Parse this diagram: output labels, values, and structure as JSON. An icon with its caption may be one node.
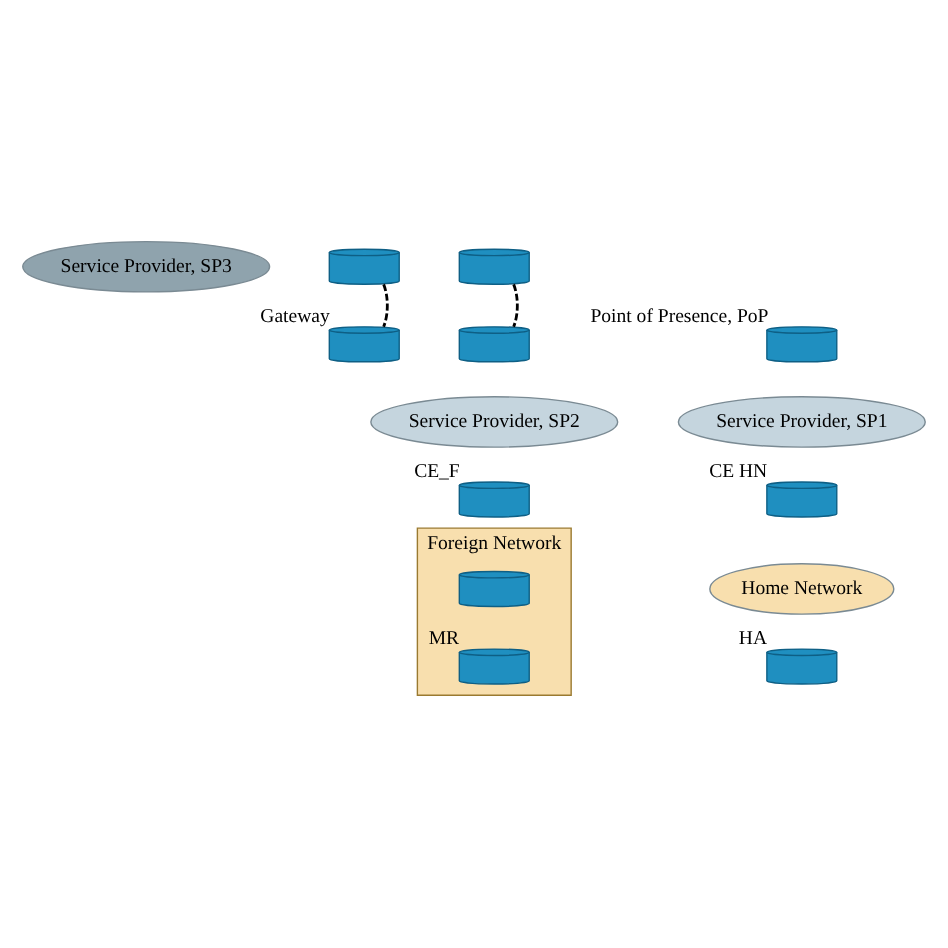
{
  "diagram": {
    "nodes": [
      {
        "text": [
          "Service Provider, SP3"
        ]
      },
      {
        "text": [],
        "shape": "cylinder"
      },
      {
        "text": [],
        "shape": "cylinder"
      },
      {
        "text": [],
        "shape": "cylinder",
        "beside": [
          "Point of Presence, PoP"
        ]
      },
      {
        "text": [],
        "shape": "cylinder",
        "beside": [
          "Gateway"
        ]
      },
      {
        "text": [],
        "shape": "cylinder"
      },
      {
        "text": [
          "Service Provider, SP1"
        ]
      },
      {
        "text": [
          "Service Provider, SP2"
        ]
      },
      {
        "text": [],
        "shape": "cylinder",
        "beside": [
          "CE HN"
        ]
      },
      {
        "text": [],
        "shape": "cylinder",
        "beside": [
          "CE_F"
        ]
      },
      {
        "text": [
          "Home Network"
        ]
      },
      {
        "text": [
          "Foreign Network"
        ]
      },
      {
        "text": [],
        "shape": "cylinder",
        "in": 11
      },
      {
        "text": [],
        "shape": "cylinder",
        "beside": [
          "HA"
        ]
      },
      {
        "text": [],
        "shape": "cylinder",
        "in": 11,
        "beside": [
          "MR"
        ]
      }
    ],
    "edges": [
      {
        "from": 1,
        "to": 4,
        "arrow": "none",
        "style": "dashed"
      },
      {
        "from": 2,
        "to": 5,
        "arrow": "none",
        "style": "dashed"
      }
    ]
  }
}
